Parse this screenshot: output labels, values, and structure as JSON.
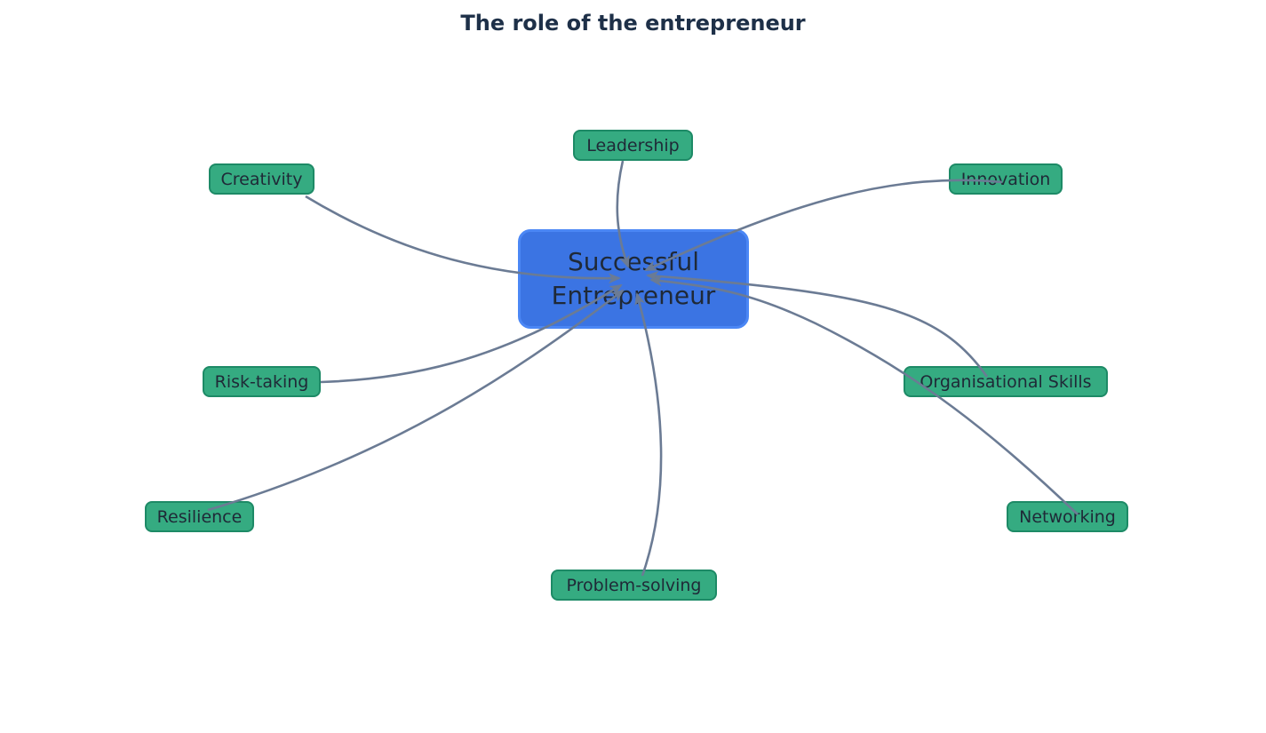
{
  "title": "The role of the entrepreneur",
  "diagram_type": "mind-map",
  "center_node": {
    "label_line1": "Successful",
    "label_line2": "Entrepreneur"
  },
  "nodes": {
    "leadership": {
      "label": "Leadership"
    },
    "creativity": {
      "label": "Creativity"
    },
    "innovation": {
      "label": "Innovation"
    },
    "risk_taking": {
      "label": "Risk-taking"
    },
    "org_skills": {
      "label": "Organisational Skills"
    },
    "resilience": {
      "label": "Resilience"
    },
    "networking": {
      "label": "Networking"
    },
    "problem_solving": {
      "label": "Problem-solving"
    }
  },
  "edges": [
    {
      "from": "leadership",
      "to": "center"
    },
    {
      "from": "creativity",
      "to": "center"
    },
    {
      "from": "innovation",
      "to": "center"
    },
    {
      "from": "risk_taking",
      "to": "center"
    },
    {
      "from": "org_skills",
      "to": "center"
    },
    {
      "from": "resilience",
      "to": "center"
    },
    {
      "from": "networking",
      "to": "center"
    },
    {
      "from": "problem_solving",
      "to": "center"
    }
  ],
  "colors": {
    "background": "#ffffff",
    "center_fill": "#3b74e3",
    "center_border": "#4b87f5",
    "node_fill": "#35ab81",
    "node_border": "#1d8a66",
    "edge": "#6b7b94",
    "text": "#1f2937",
    "title": "#1e3048"
  }
}
